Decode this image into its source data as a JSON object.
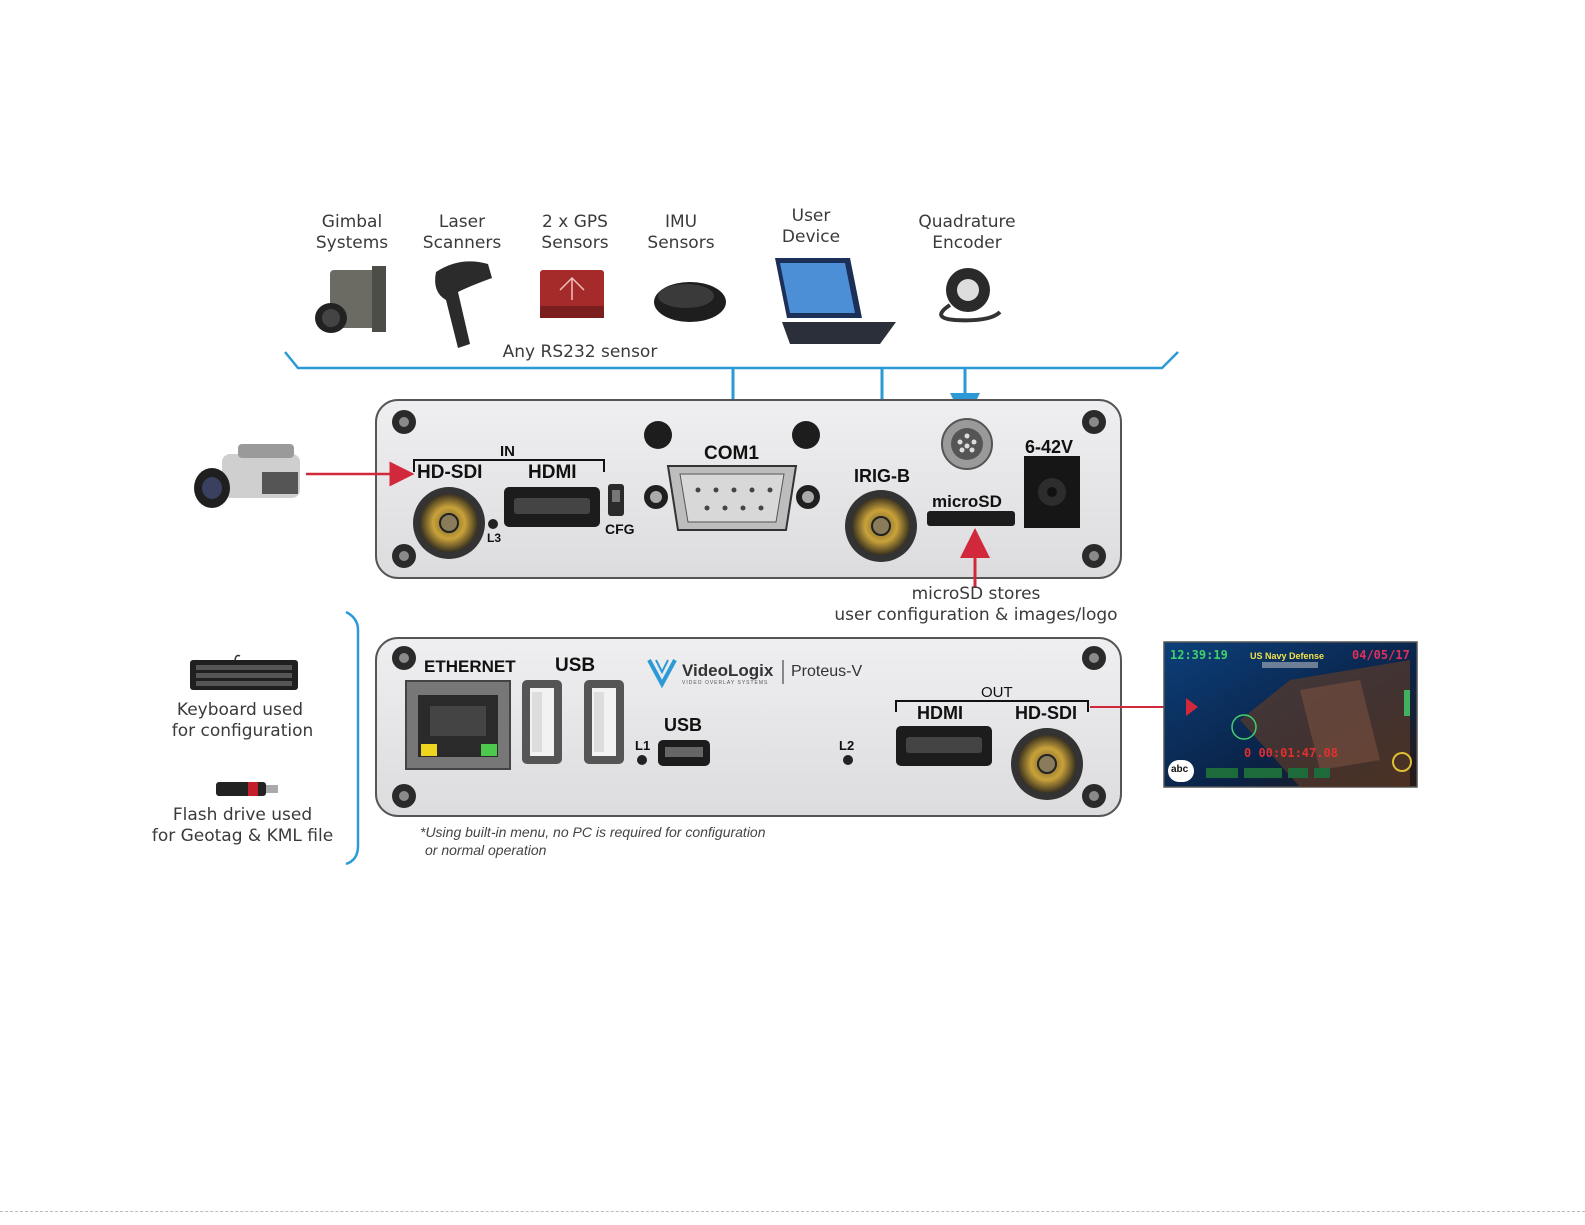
{
  "sensors": [
    {
      "label": "Gimbal Systems",
      "icon": "gimbal-icon"
    },
    {
      "label": "Laser Scanners",
      "icon": "barcode-scanner-icon"
    },
    {
      "label": "2 x GPS Sensors",
      "icon": "gps-sensor-icon"
    },
    {
      "label": "IMU Sensors",
      "icon": "imu-sensor-icon"
    },
    {
      "label": "User Device",
      "icon": "laptop-icon"
    },
    {
      "label": "Quadrature Encoder",
      "icon": "encoder-icon"
    }
  ],
  "rs232_label": "Any RS232 sensor",
  "front_panel": {
    "in_label": "IN",
    "hdsdi": "HD-SDI",
    "hdmi": "HDMI",
    "l3": "L3",
    "cfg": "CFG",
    "com1": "COM1",
    "irigb": "IRIG-B",
    "microsd": "microSD",
    "power": "6-42V"
  },
  "microsd_note": {
    "line1": "microSD stores",
    "line2": "user configuration & images/logo"
  },
  "back_panel": {
    "ethernet": "ETHERNET",
    "usb_a": "USB",
    "usb_mini": "USB",
    "l1": "L1",
    "l2": "L2",
    "brand": "VideoLogix",
    "brand_sub": "VIDEO OVERLAY SYSTEMS",
    "product": "Proteus-V",
    "out_label": "OUT",
    "hdmi": "HDMI",
    "hdsdi": "HD-SDI"
  },
  "peripherals": {
    "keyboard": {
      "line1": "Keyboard used",
      "line2": "for configuration"
    },
    "flash": {
      "line1": "Flash drive used",
      "line2": "for Geotag & KML file"
    }
  },
  "footnote": {
    "line1": "*Using built-in menu, no PC is required for configuration",
    "line2": "or normal operation"
  },
  "overlay_preview": {
    "time": "12:39:19",
    "title": "US Navy Defense",
    "date": "04/05/17",
    "timer": "0  00:01:47.08",
    "logo": "abc"
  },
  "colors": {
    "blue": "#2b9ad6",
    "red": "#d2283c",
    "panel": "#e6e6e8",
    "panel_border": "#555555",
    "gold": "#c9a23a"
  }
}
